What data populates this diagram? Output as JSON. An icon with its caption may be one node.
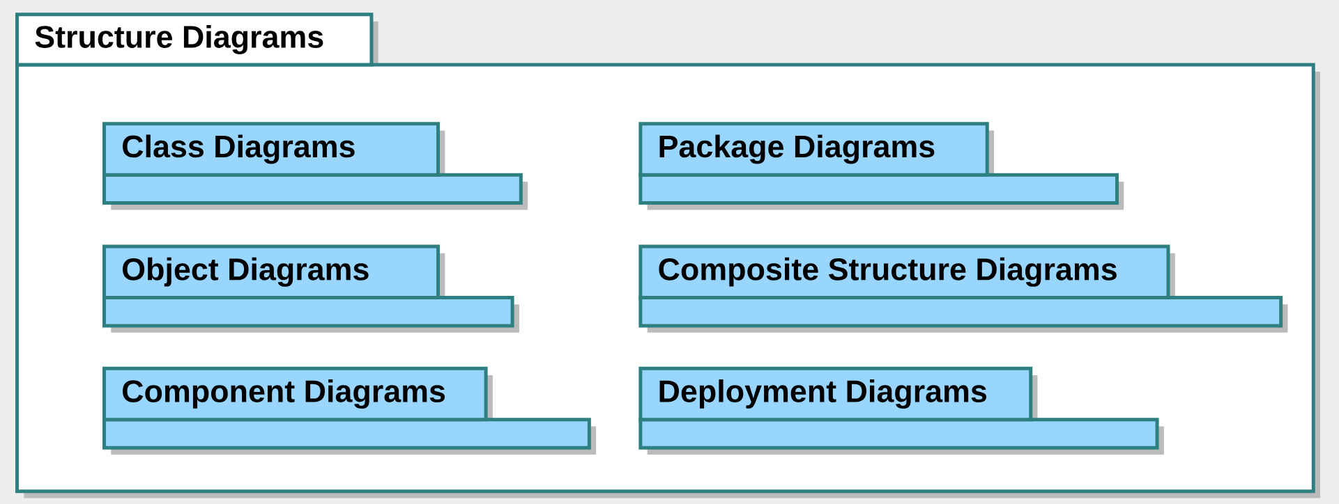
{
  "diagram": {
    "nodes": [
      {
        "text": [
          "Structure Diagrams"
        ]
      },
      {
        "text": [
          "Class Diagrams"
        ],
        "in": 0
      },
      {
        "text": [
          "Package Diagrams"
        ],
        "in": 0
      },
      {
        "text": [
          "Object Diagrams"
        ],
        "in": 0
      },
      {
        "text": [
          "Composite Structure Diagrams"
        ],
        "in": 0
      },
      {
        "text": [
          "Component Diagrams"
        ],
        "in": 0
      },
      {
        "text": [
          "Deployment Diagrams"
        ],
        "in": 0
      }
    ]
  }
}
